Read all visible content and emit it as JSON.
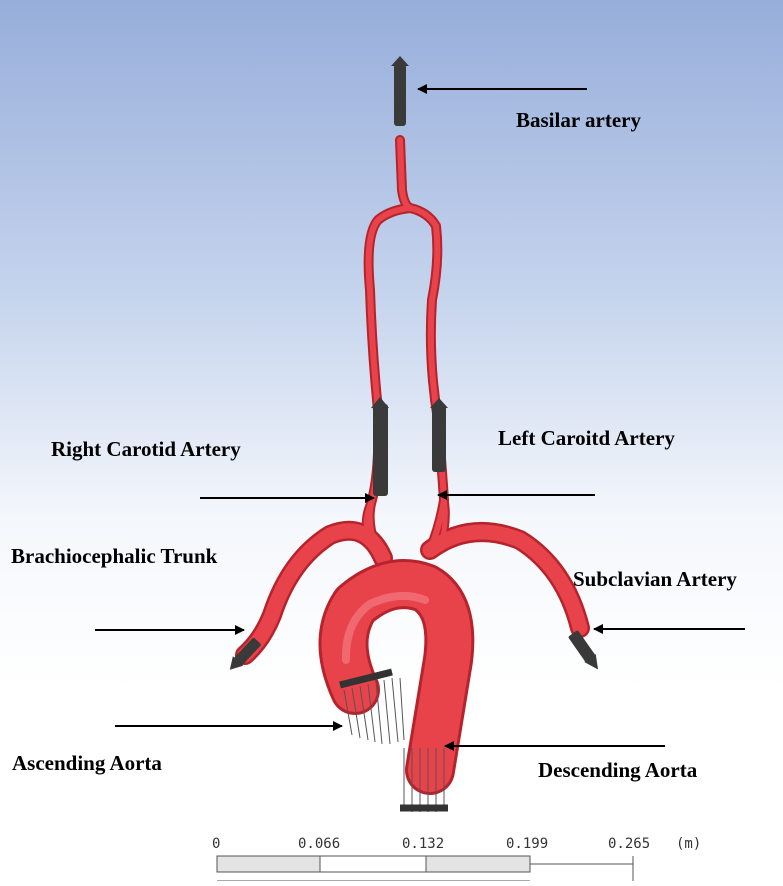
{
  "labels": {
    "basilar": "Basilar artery",
    "right_carotid": "Right Carotid Artery",
    "left_carotid": "Left Caroitd Artery",
    "brachiocephalic": "Brachiocephalic Trunk",
    "subclavian": "Subclavian Artery",
    "ascending": "Ascending Aorta",
    "descending": "Descending Aorta"
  },
  "scale_bar": {
    "ticks": [
      "0",
      "0.066",
      "0.132",
      "0.199",
      "0.265"
    ],
    "unit": "(m)"
  },
  "colors": {
    "background_top": "#97aedb",
    "background_bottom": "#ffffff",
    "vessel": "#e8424a",
    "vessel_dark": "#b5242c",
    "outlet_cap": "#3a3a3a",
    "arrow": "#000000"
  }
}
